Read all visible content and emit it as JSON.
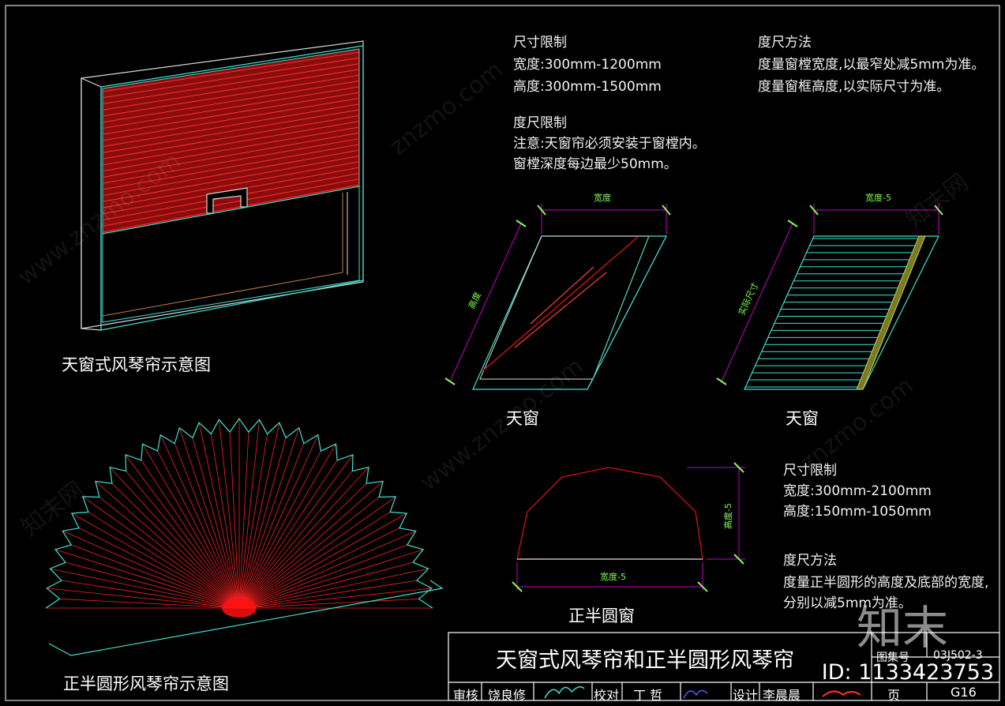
{
  "specs_top": {
    "title": "尺寸限制",
    "width": "宽度:300mm-1200mm",
    "height": "高度:300mm-1500mm"
  },
  "measure_top": {
    "title": "度尺方法",
    "line1": "度量窗樘宽度,以最窄处减5mm为准。",
    "line2": "度量窗框高度,以实际尺寸为准。"
  },
  "measure_limit": {
    "title": "度尺限制",
    "line1": "注意:天窗帘必须安装于窗樘内。",
    "line2": "窗樘深度每边最少50mm。"
  },
  "skylight_left": {
    "caption": "天窗",
    "dim_top": "宽度",
    "dim_side": "高度"
  },
  "skylight_right": {
    "caption": "天窗",
    "dim_top": "宽度-5",
    "dim_side": "实际尺寸"
  },
  "semicircle": {
    "caption": "正半圆窗",
    "dim_bottom": "宽度-5",
    "dim_side": "高度-5"
  },
  "specs_semi": {
    "title": "尺寸限制",
    "width": "宽度:300mm-2100mm",
    "height": "高度:150mm-1050mm"
  },
  "measure_semi": {
    "title": "度尺方法",
    "line1": "度量正半圆形的高度及底部的宽度,",
    "line2": "分别以减5mm为准。"
  },
  "caption_skylight_pleated": "天窗式风琴帘示意图",
  "caption_semicircle_pleated": "正半圆形风琴帘示意图",
  "title_block": {
    "main_title": "天窗式风琴帘和正半圆形风琴帘",
    "drawing_no_label": "图集号",
    "drawing_no": "03J502-3",
    "review_label": "审核",
    "review_name": "饶良修",
    "check_label": "校对",
    "check_name": "丁 哲",
    "design_label": "设计",
    "design_name": "李晨晨",
    "page_label": "页",
    "page_no": "G16"
  },
  "watermark": {
    "brand": "知末",
    "site": "znzmo.com",
    "site2": "www.znzmo.com",
    "net": "知末网",
    "id": "ID: 1133423753"
  },
  "colors": {
    "background": "#000000",
    "frame": "#40e0d0",
    "slat": "#d21010",
    "dimension": "#7fff4f",
    "dim_line": "#c000c0"
  }
}
